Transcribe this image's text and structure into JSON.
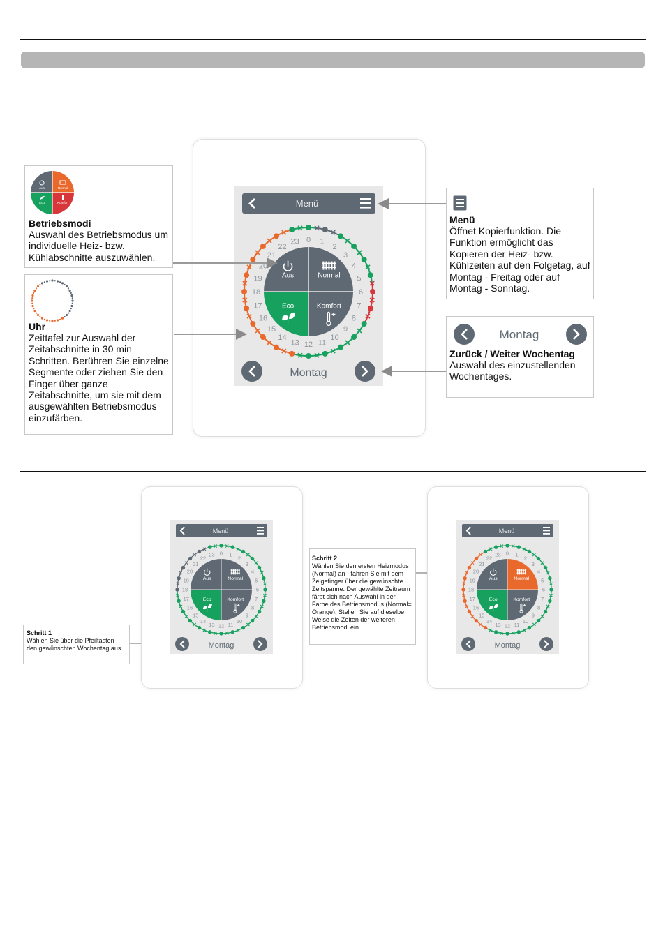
{
  "header": {
    "bar_color": "#b5b5b5"
  },
  "colors": {
    "gray": "#5f6973",
    "green": "#17a15f",
    "orange": "#e9692c",
    "red": "#d7363b",
    "screen_bg": "#e8e8e8"
  },
  "device": {
    "menu_label": "Menü",
    "day_label": "Montag",
    "hours": [
      "0",
      "1",
      "2",
      "3",
      "4",
      "5",
      "6",
      "7",
      "8",
      "9",
      "10",
      "11",
      "12",
      "13",
      "14",
      "15",
      "16",
      "17",
      "18",
      "19",
      "20",
      "21",
      "22",
      "23"
    ],
    "modes": {
      "off": "Aus",
      "normal": "Normal",
      "eco": "Eco",
      "comfort": "Komfort"
    }
  },
  "callouts": {
    "modes": {
      "title": "Betriebsmodi",
      "text": "Auswahl des Betriebsmodus um individuelle Heiz- bzw. Kühlabschnitte auszuwählen.",
      "icon_labels": {
        "off": "Aus",
        "normal": "Normal",
        "eco": "Eco",
        "comfort": "Komfort"
      }
    },
    "clock": {
      "title": "Uhr",
      "text": "Zeittafel zur Auswahl der Zeitabschnitte in 30 min Schritten. Berühren Sie einzelne Segmente oder ziehen Sie den Finger über ganze Zeitabschnitte, um sie mit dem ausgewählten Betriebsmodus einzufärben."
    },
    "menu": {
      "title": "Menü",
      "text": "Öffnet Kopierfunktion. Die Funktion ermöglicht das Kopieren der Heiz- bzw. Kühlzeiten auf den Folgetag, auf Montag - Freitag oder auf Montag - Sonntag."
    },
    "weekday": {
      "preview_day": "Montag",
      "title": "Zurück / Weiter Wochentag",
      "text": "Auswahl des einzustellenden Wochentages."
    }
  },
  "steps": {
    "step1": {
      "title": "Schritt 1",
      "text": "Wählen Sie über die Pfeiltasten den gewünschten Wochentag aus."
    },
    "step2": {
      "title": "Schritt 2",
      "text": "Wählen Sie den ersten Heizmodus (Normal) an - fahren Sie mit dem Zeigefinger über die gewünschte Zeitspanne. Der gewählte Zeitraum färbt sich nach Auswahl in der Farbe des Betriebsmodus (Normal= Orange). Stellen Sie auf dieselbe Weise die Zeiten der weiteren Betriebsmodi ein."
    }
  }
}
